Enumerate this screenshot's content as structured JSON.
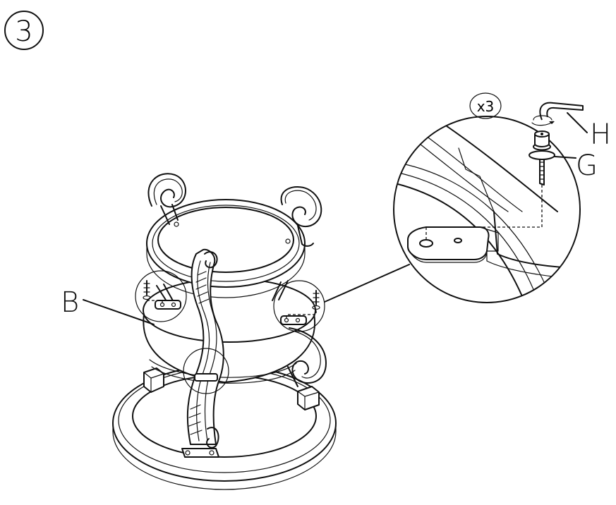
{
  "step": {
    "number": "3"
  },
  "detail": {
    "quantity": "x3"
  },
  "labels": {
    "base_part": "B",
    "hex_key": "H",
    "bolt": "G"
  }
}
